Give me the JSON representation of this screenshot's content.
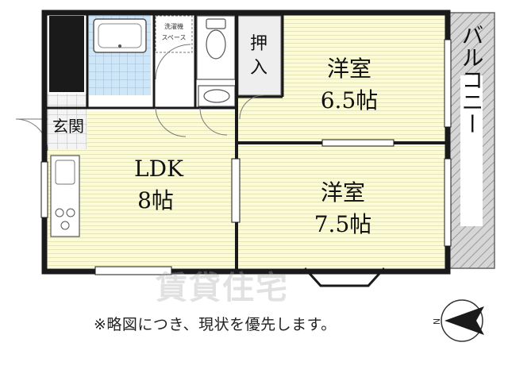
{
  "rooms": {
    "western_room_1": {
      "name": "洋室",
      "size": "6.5帖"
    },
    "western_room_2": {
      "name": "洋室",
      "size": "7.5帖"
    },
    "ldk": {
      "name": "LDK",
      "size": "8帖"
    },
    "closet": {
      "line1": "押",
      "line2": "入"
    },
    "entrance": {
      "name": "玄関"
    },
    "balcony": {
      "name": "バルコニー"
    },
    "washer_space": {
      "line1": "洗濯機",
      "line2": "スペース"
    }
  },
  "watermark": "賃貸住宅",
  "note": "※略図につき、現状を優先します。",
  "compass": {
    "north_label": "N",
    "icon": "north-arrow-icon"
  },
  "colors": {
    "room_fill": "#fafad2",
    "wall": "#1a1a1a",
    "balcony_fill": "#d8d8d8",
    "bath_fill": "#cce3f5",
    "closet_fill": "#eeeeee"
  }
}
